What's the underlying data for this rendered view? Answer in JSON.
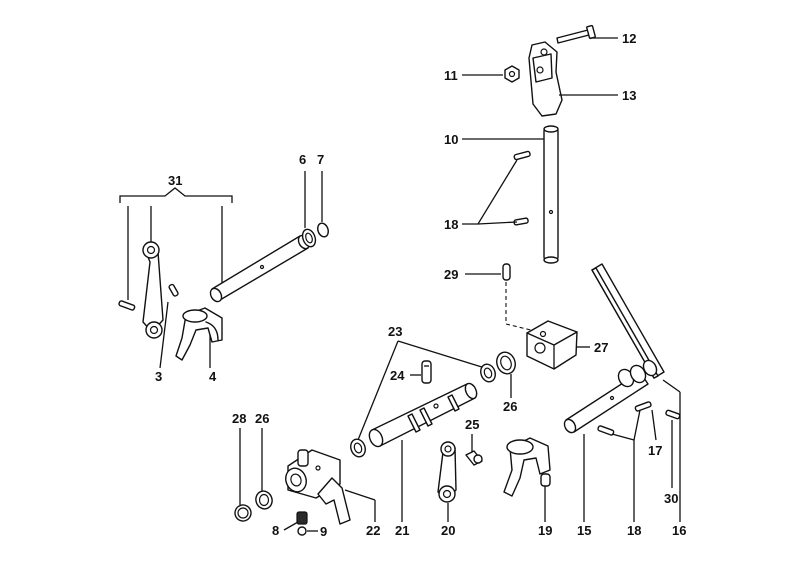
{
  "callouts": {
    "c3": "3",
    "c4": "4",
    "c6": "6",
    "c7": "7",
    "c8": "8",
    "c9": "9",
    "c10": "10",
    "c11": "11",
    "c12": "12",
    "c13": "13",
    "c15": "15",
    "c16": "16",
    "c17": "17",
    "c18a": "18",
    "c18b": "18",
    "c19": "19",
    "c20": "20",
    "c21": "21",
    "c22": "22",
    "c23": "23",
    "c24": "24",
    "c25": "25",
    "c26a": "26",
    "c26b": "26",
    "c27": "27",
    "c28": "28",
    "c29": "29",
    "c30": "30",
    "c31": "31"
  }
}
